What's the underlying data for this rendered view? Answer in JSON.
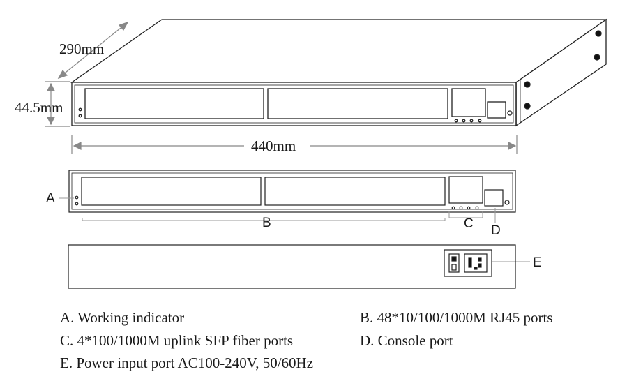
{
  "dimensions": {
    "depth": "290mm",
    "height": "44.5mm",
    "width": "440mm"
  },
  "callouts": {
    "a": "A",
    "b": "B",
    "c": "C",
    "d": "D",
    "e": "E"
  },
  "legend": [
    "A. Working indicator",
    "B. 48*10/100/1000M RJ45 ports",
    "C. 4*100/1000M uplink SFP fiber ports",
    "D. Console port",
    "E. Power input port AC100-240V, 50/60Hz"
  ]
}
